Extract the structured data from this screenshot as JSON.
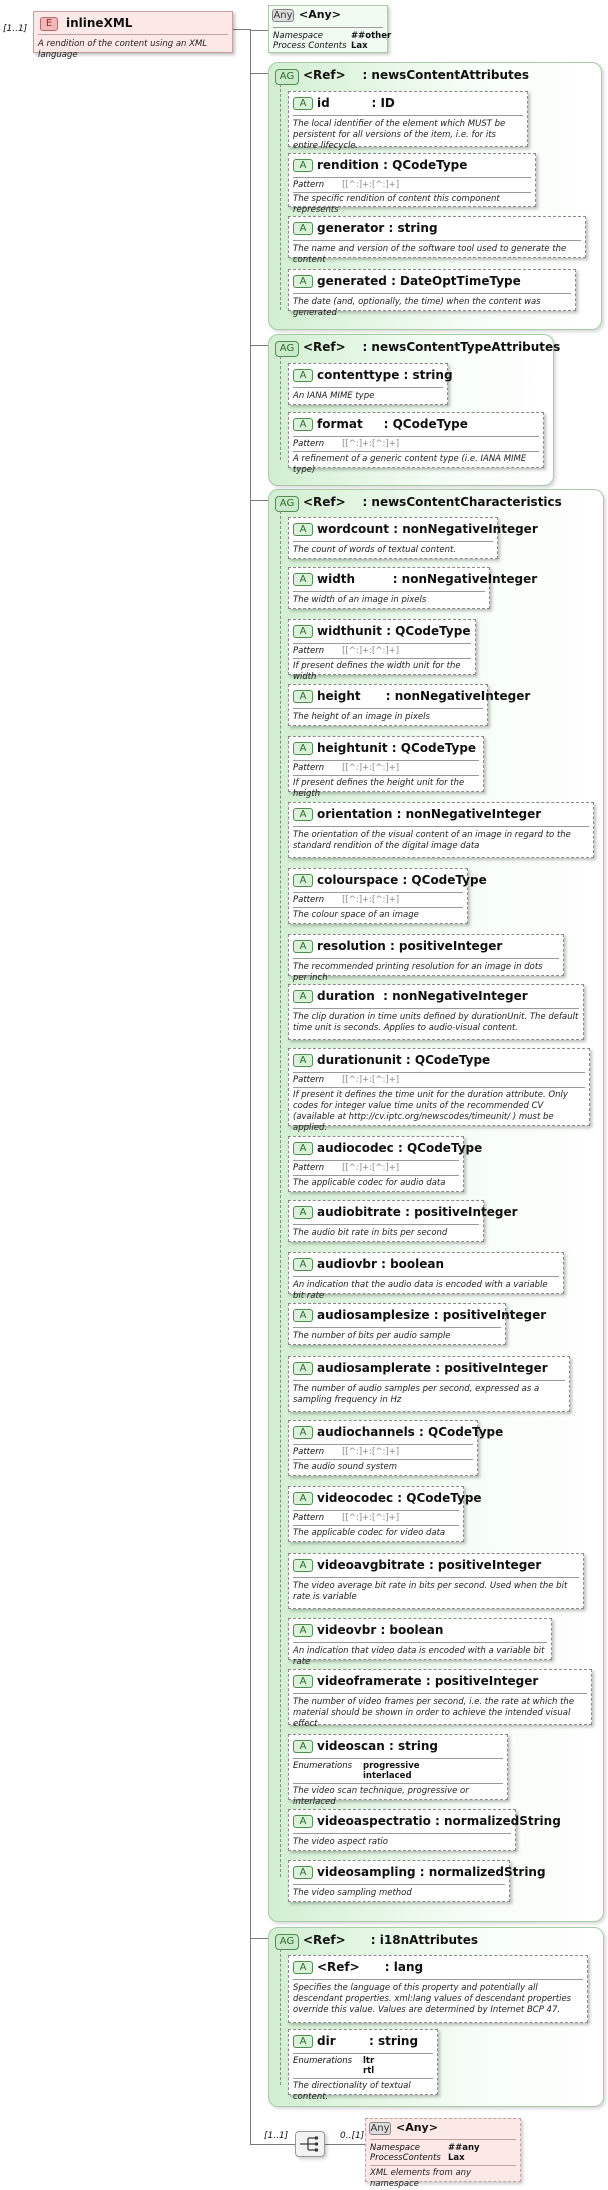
{
  "root": {
    "badge": "E",
    "name": "inlineXML",
    "multiplicity": "[1..1]",
    "description": "A rendition of the content using an XML language"
  },
  "any_attribute": {
    "badge": "Any",
    "title": "<Any>",
    "ns_label": "Namespace",
    "ns_value": "##other",
    "pc_label": "Process Contents",
    "pc_value": "Lax"
  },
  "groups": [
    {
      "badge": "AG",
      "ref": "<Ref>",
      "name": ": newsContentAttributes",
      "attributes": [
        {
          "badge": "A",
          "name": "id",
          "type": ": ID",
          "description": "The local identifier of the element which MUST be persistent for all versions of the item, i.e. for its entire lifecycle."
        },
        {
          "badge": "A",
          "name": "rendition",
          "type": ": QCodeType",
          "pattern_label": "Pattern",
          "pattern": "[[^:]+:[^:]+]",
          "description": "The specific rendition of content this component represents"
        },
        {
          "badge": "A",
          "name": "generator",
          "type": ": string",
          "description": "The name and version of the software tool used to generate the content"
        },
        {
          "badge": "A",
          "name": "generated",
          "type": ": DateOptTimeType",
          "description": "The date (and, optionally, the time) when the content was generated"
        }
      ]
    },
    {
      "badge": "AG",
      "ref": "<Ref>",
      "name": ": newsContentTypeAttributes",
      "attributes": [
        {
          "badge": "A",
          "name": "contenttype",
          "type": ": string",
          "description": "An IANA MIME type"
        },
        {
          "badge": "A",
          "name": "format",
          "type": ": QCodeType",
          "pattern_label": "Pattern",
          "pattern": "[[^:]+:[^:]+]",
          "description": "A refinement of a generic content type (i.e. IANA MIME type)"
        }
      ]
    },
    {
      "badge": "AG",
      "ref": "<Ref>",
      "name": ": newsContentCharacteristics",
      "attributes": [
        {
          "badge": "A",
          "name": "wordcount",
          "type": ": nonNegativeInteger",
          "description": "The count of words of textual content."
        },
        {
          "badge": "A",
          "name": "width",
          "type": ": nonNegativeInteger",
          "description": "The width of an image in pixels"
        },
        {
          "badge": "A",
          "name": "widthunit",
          "type": ": QCodeType",
          "pattern_label": "Pattern",
          "pattern": "[[^:]+:[^:]+]",
          "description": "If present defines the width unit for the width"
        },
        {
          "badge": "A",
          "name": "height",
          "type": ": nonNegativeInteger",
          "description": "The height of an image in pixels"
        },
        {
          "badge": "A",
          "name": "heightunit",
          "type": ": QCodeType",
          "pattern_label": "Pattern",
          "pattern": "[[^:]+:[^:]+]",
          "description": "If present defines the height unit for the heigth"
        },
        {
          "badge": "A",
          "name": "orientation",
          "type": ": nonNegativeInteger",
          "description": "The orientation of the visual content of an image in regard to the standard rendition of the digital image data"
        },
        {
          "badge": "A",
          "name": "colourspace",
          "type": ": QCodeType",
          "pattern_label": "Pattern",
          "pattern": "[[^:]+:[^:]+]",
          "description": "The colour space of an image"
        },
        {
          "badge": "A",
          "name": "resolution",
          "type": ": positiveInteger",
          "description": "The recommended printing resolution for an image in dots per inch"
        },
        {
          "badge": "A",
          "name": "duration",
          "type": ": nonNegativeInteger",
          "description": "The clip duration in time units defined by durationUnit. The default time unit is seconds. Applies to audio-visual content."
        },
        {
          "badge": "A",
          "name": "durationunit",
          "type": ": QCodeType",
          "pattern_label": "Pattern",
          "pattern": "[[^:]+:[^:]+]",
          "description": "If present it defines the time unit for the duration attribute. Only codes for integer value time units of the recommended CV (available at http://cv.iptc.org/newscodes/timeunit/ )  must be applied."
        },
        {
          "badge": "A",
          "name": "audiocodec",
          "type": ": QCodeType",
          "pattern_label": "Pattern",
          "pattern": "[[^:]+:[^:]+]",
          "description": "The applicable codec for audio data"
        },
        {
          "badge": "A",
          "name": "audiobitrate",
          "type": ": positiveInteger",
          "description": "The audio bit rate in  bits per second"
        },
        {
          "badge": "A",
          "name": "audiovbr",
          "type": ": boolean",
          "description": "An indication that the audio data is encoded with a variable bit rate"
        },
        {
          "badge": "A",
          "name": "audiosamplesize",
          "type": ": positiveInteger",
          "description": "The number of bits per audio sample"
        },
        {
          "badge": "A",
          "name": "audiosamplerate",
          "type": ": positiveInteger",
          "description": "The number of audio samples per second, expressed as a sampling frequency in Hz"
        },
        {
          "badge": "A",
          "name": "audiochannels",
          "type": ": QCodeType",
          "pattern_label": "Pattern",
          "pattern": "[[^:]+:[^:]+]",
          "description": "The audio sound system"
        },
        {
          "badge": "A",
          "name": "videocodec",
          "type": ": QCodeType",
          "pattern_label": "Pattern",
          "pattern": "[[^:]+:[^:]+]",
          "description": "The applicable codec for video data"
        },
        {
          "badge": "A",
          "name": "videoavgbitrate",
          "type": ": positiveInteger",
          "description": "The video average bit rate in bits per second. Used when the bit rate is variable"
        },
        {
          "badge": "A",
          "name": "videovbr",
          "type": ": boolean",
          "description": "An indication that video data is encoded with a variable bit rate"
        },
        {
          "badge": "A",
          "name": "videoframerate",
          "type": ": positiveInteger",
          "description": "The number of video frames per second, i.e. the rate at which the material should be shown in order to achieve the intended visual effect"
        },
        {
          "badge": "A",
          "name": "videoscan",
          "type": ": string",
          "enum_label": "Enumerations",
          "enum": [
            "progressive",
            "interlaced"
          ],
          "description": "The video scan technique, progressive or interlaced"
        },
        {
          "badge": "A",
          "name": "videoaspectratio",
          "type": ": normalizedString",
          "description": "The video aspect ratio"
        },
        {
          "badge": "A",
          "name": "videosampling",
          "type": ": normalizedString",
          "description": "The video sampling method"
        }
      ]
    },
    {
      "badge": "AG",
      "ref": "<Ref>",
      "name": ": i18nAttributes",
      "attributes": [
        {
          "badge": "A",
          "name": "<Ref>",
          "type": ": lang",
          "description": "Specifies the language of this property and potentially all descendant properties. xml:lang values of descendant properties override this value. Values are determined by Internet BCP 47."
        },
        {
          "badge": "A",
          "name": "dir",
          "type": ": string",
          "enum_label": "Enumerations",
          "enum": [
            "ltr",
            "rtl"
          ],
          "description": "The directionality of textual content."
        }
      ]
    }
  ],
  "sequence": {
    "multiplicity": "[1..1]",
    "icon": "sequence-icon"
  },
  "any_element": {
    "multiplicity": "0..[1]",
    "badge": "Any",
    "title": "<Any>",
    "ns_label": "Namespace",
    "ns_value": "##any",
    "pc_label": "ProcessContents",
    "pc_value": "Lax",
    "description": "XML elements from any namespace"
  }
}
